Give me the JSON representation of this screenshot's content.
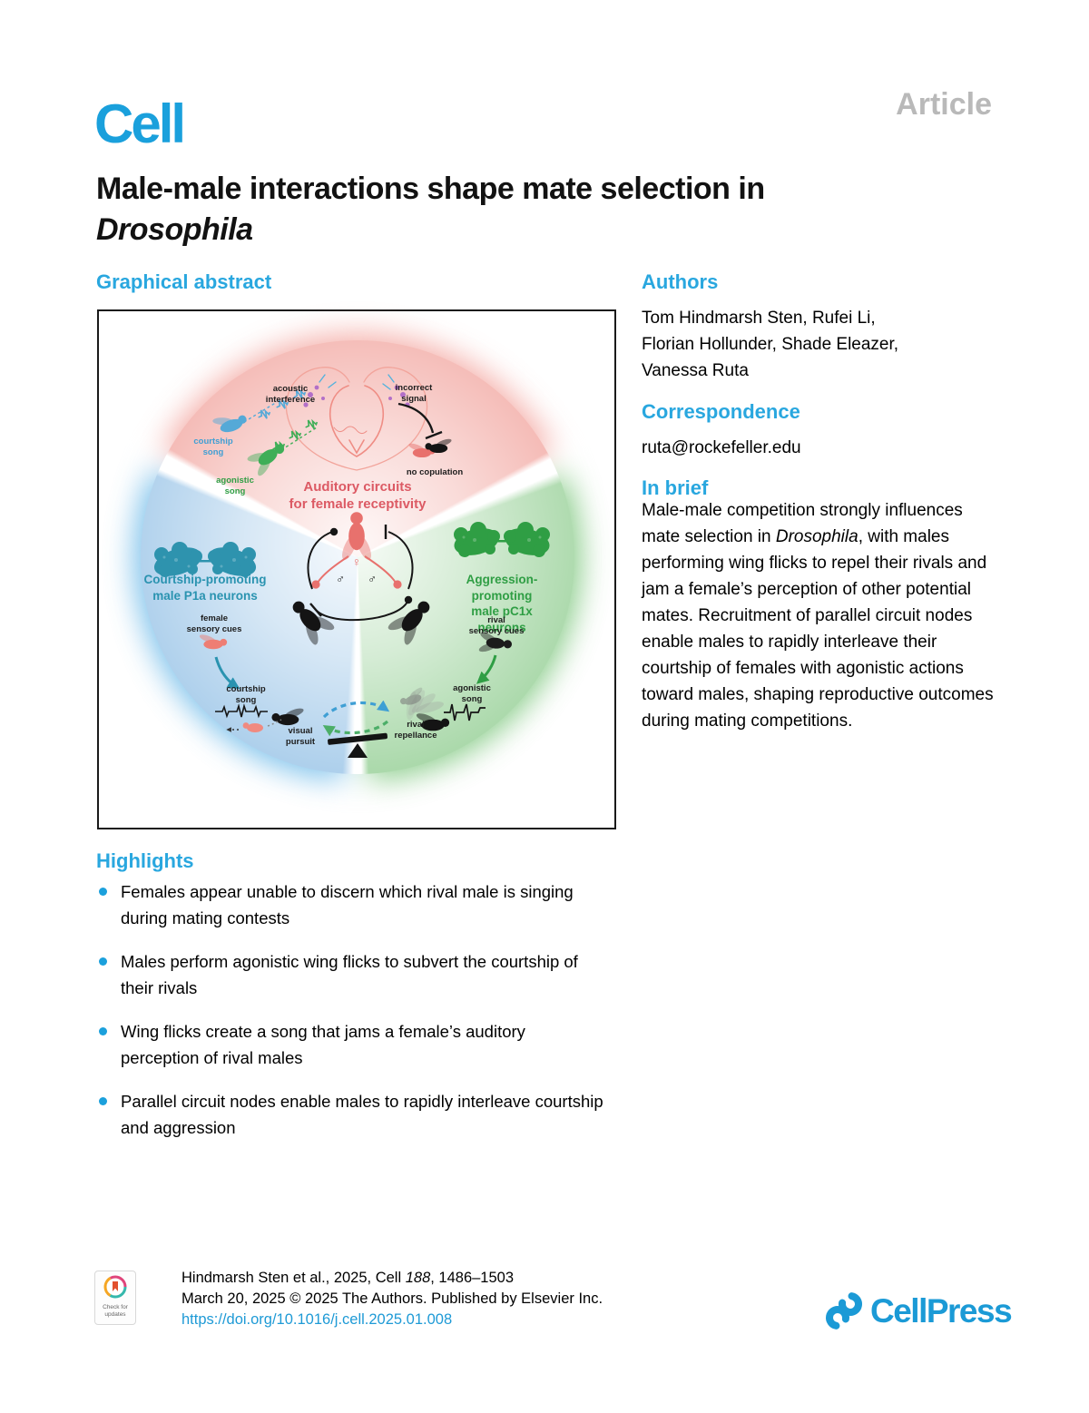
{
  "colors": {
    "brand_blue": "#1aa0dc",
    "article_gray": "#b9b9b9",
    "figure_red": "#dc5a64",
    "figure_teal": "#2a93b0",
    "figure_green": "#2f9e44",
    "link_blue": "#1e9ad6"
  },
  "header": {
    "journal": "Cell",
    "article_type": "Article"
  },
  "title": {
    "line1": "Male-male interactions shape mate selection in",
    "line2_italic": "Drosophila"
  },
  "graphical_abstract": {
    "heading": "Graphical abstract",
    "figure": {
      "top": {
        "title": "Auditory circuits\nfor female receptivity",
        "acoustic_interference": "acoustic\ninterference",
        "courtship_song": "courtship\nsong",
        "agonistic_song": "agonistic\nsong",
        "incorrect_signal": "incorrect\nsignal",
        "no_copulation": "no copulation"
      },
      "left": {
        "title": "Courtship-promoting\nmale P1a neurons",
        "female_sensory_cues": "female\nsensory cues",
        "courtship_song": "courtship\nsong",
        "visual_pursuit": "visual\npursuit"
      },
      "right": {
        "title": "Aggression-promoting\nmale pC1x neurons",
        "rival_sensory_cues": "rival\nsensory cues",
        "agonistic_song": "agonistic\nsong",
        "rival_repellance": "rival\nrepellance"
      },
      "center": {
        "female_symbol": "♀",
        "male_symbol_left": "♂",
        "male_symbol_right": "♂"
      }
    }
  },
  "authors": {
    "heading": "Authors",
    "line1": "Tom Hindmarsh Sten, Rufei Li,",
    "line2": "Florian Hollunder, Shade Eleazer,",
    "line3": "Vanessa Ruta"
  },
  "correspondence": {
    "heading": "Correspondence",
    "email": "ruta@rockefeller.edu"
  },
  "in_brief": {
    "heading": "In brief",
    "text_start": "Male-male competition strongly influences mate selection in ",
    "text_italic": "Drosophila",
    "text_end": ", with males performing wing flicks to repel their rivals and jam a female’s perception of other potential mates. Recruitment of parallel circuit nodes enable males to rapidly interleave their courtship of females with agonistic actions toward males, shaping reproductive outcomes during mating competitions."
  },
  "highlights": {
    "heading": "Highlights",
    "items": [
      "Females appear unable to discern which rival male is singing during mating contests",
      "Males perform agonistic wing flicks to subvert the courtship of their rivals",
      "Wing flicks create a song that jams a female’s auditory perception of rival males",
      "Parallel circuit nodes enable males to rapidly interleave courtship and aggression"
    ]
  },
  "footer": {
    "citation_part1": "Hindmarsh Sten et al., 2025, Cell ",
    "citation_volume_italic": "188",
    "citation_part2": ", 1486–1503",
    "line2": "March 20, 2025 © 2025 The Authors. Published by Elsevier Inc.",
    "doi": "https://doi.org/10.1016/j.cell.2025.01.008",
    "check_badge": "Check for\nupdates",
    "publisher": "CellPress"
  }
}
